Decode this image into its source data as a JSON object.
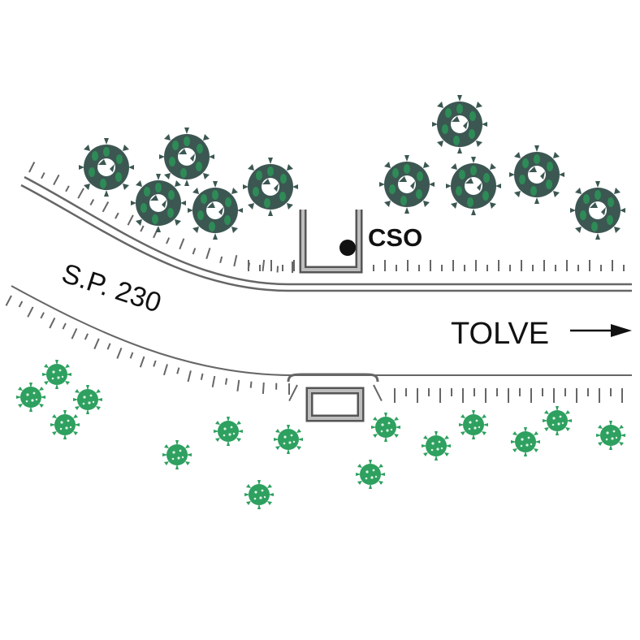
{
  "map": {
    "road_label": "S.P. 230",
    "station_label": "CSO",
    "direction_label": "TOLVE",
    "direction_arrow": "right-arrow"
  },
  "colors": {
    "road_line": "#666666",
    "structure": "#555555",
    "structure_inner": "#bdbdbd",
    "tree_dark": "#3c5752",
    "tree_light_fill": "#2e8b57",
    "shrub": "#2ea05f",
    "station_point": "#111111"
  }
}
